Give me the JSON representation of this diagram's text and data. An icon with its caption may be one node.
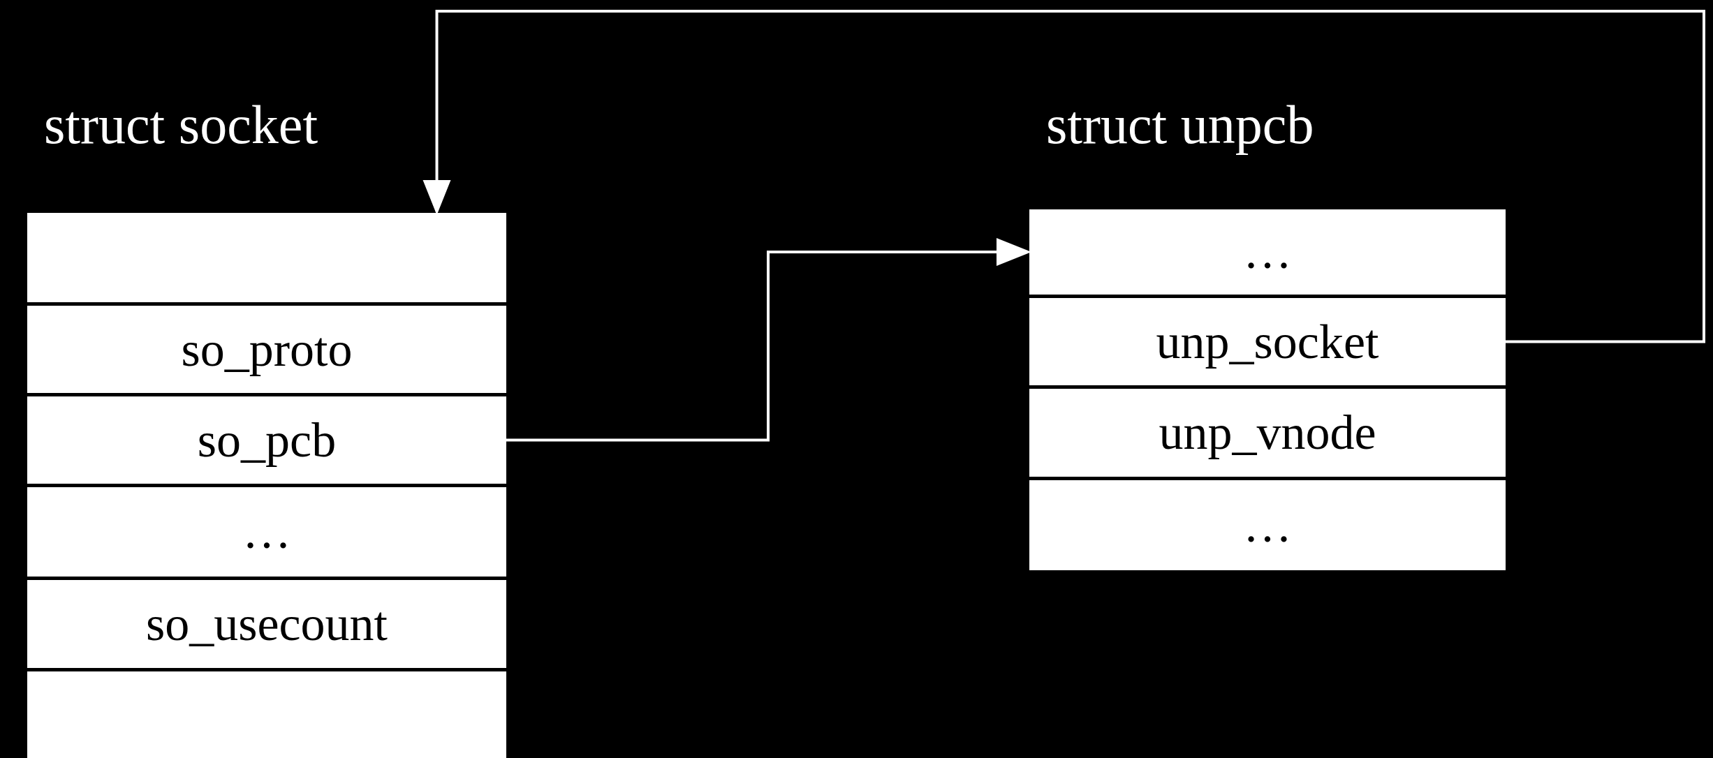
{
  "diagram": {
    "nodes": [
      {
        "text": [
          "struct socket"
        ]
      },
      {
        "text": [],
        "shape": "box",
        "in": 0
      },
      {
        "text": [
          "so_proto"
        ],
        "in": 0
      },
      {
        "text": [
          "so_pcb"
        ],
        "in": 0
      },
      {
        "text": [
          "…"
        ],
        "in": 0
      },
      {
        "text": [
          "so_usecount"
        ],
        "in": 0
      },
      {
        "text": [],
        "shape": "box",
        "in": 0
      },
      {
        "text": [
          "struct unpcb"
        ]
      },
      {
        "text": [
          "…"
        ],
        "in": 7
      },
      {
        "text": [
          "unp_socket"
        ],
        "in": 7
      },
      {
        "text": [
          "unp_vnode"
        ],
        "in": 7
      },
      {
        "text": [
          "…"
        ],
        "in": 7
      }
    ],
    "edges": [
      {
        "from": 3,
        "to": 8,
        "arrow": "to"
      },
      {
        "from": 9,
        "to": 1,
        "arrow": "to"
      }
    ]
  }
}
